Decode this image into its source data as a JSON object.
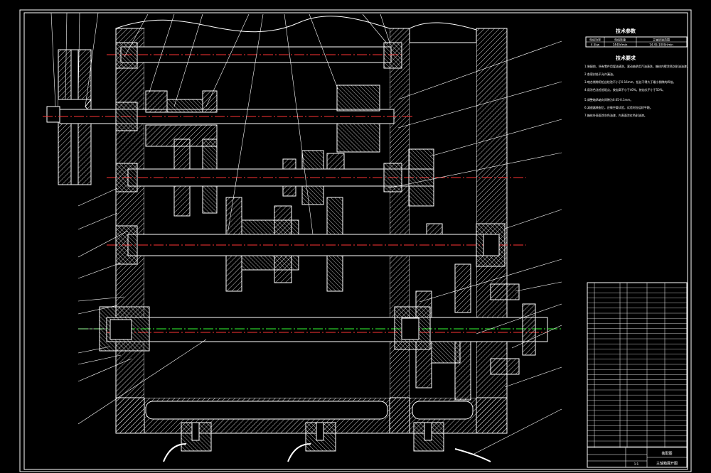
{
  "tech_params": {
    "heading": "技术参数",
    "headers": [
      "电机功率",
      "电机转速",
      "主轴转速范围"
    ],
    "values": [
      "4.5kw",
      "1440r/min",
      "14.45-1000r/min"
    ]
  },
  "tech_requirements": {
    "heading": "技术要求",
    "items": [
      "1.装配前，所有零件用煤油清洗，滚动轴承用汽油清洗，箱体内壁涂两次耐油油漆。",
      "2.各密封处不允许漏油。",
      "3.啮合侧隙用铅丝检验不小于0.16mm，铅丝不得大于最小侧隙的四倍。",
      "4.用涂色法检验斑点，按齿高不小于40%，按齿长不小于50%。",
      "5.调整轴承轴向间隙为0.05-0.1mm。",
      "6.减速器装配后，应做空载试验，试验时应运转平稳。",
      "7.箱体外表面涂灰色油漆，内表面涂红色耐油漆。"
    ]
  },
  "title_block": {
    "drawing_title": "主轴箱展开图",
    "drawing_no": "装配图",
    "scale": "1:1"
  },
  "colors": {
    "background": "#000000",
    "outline": "#ffffff",
    "centerline": "#ff3333",
    "axis_green": "#33ff33",
    "leader": "#ffffff"
  }
}
